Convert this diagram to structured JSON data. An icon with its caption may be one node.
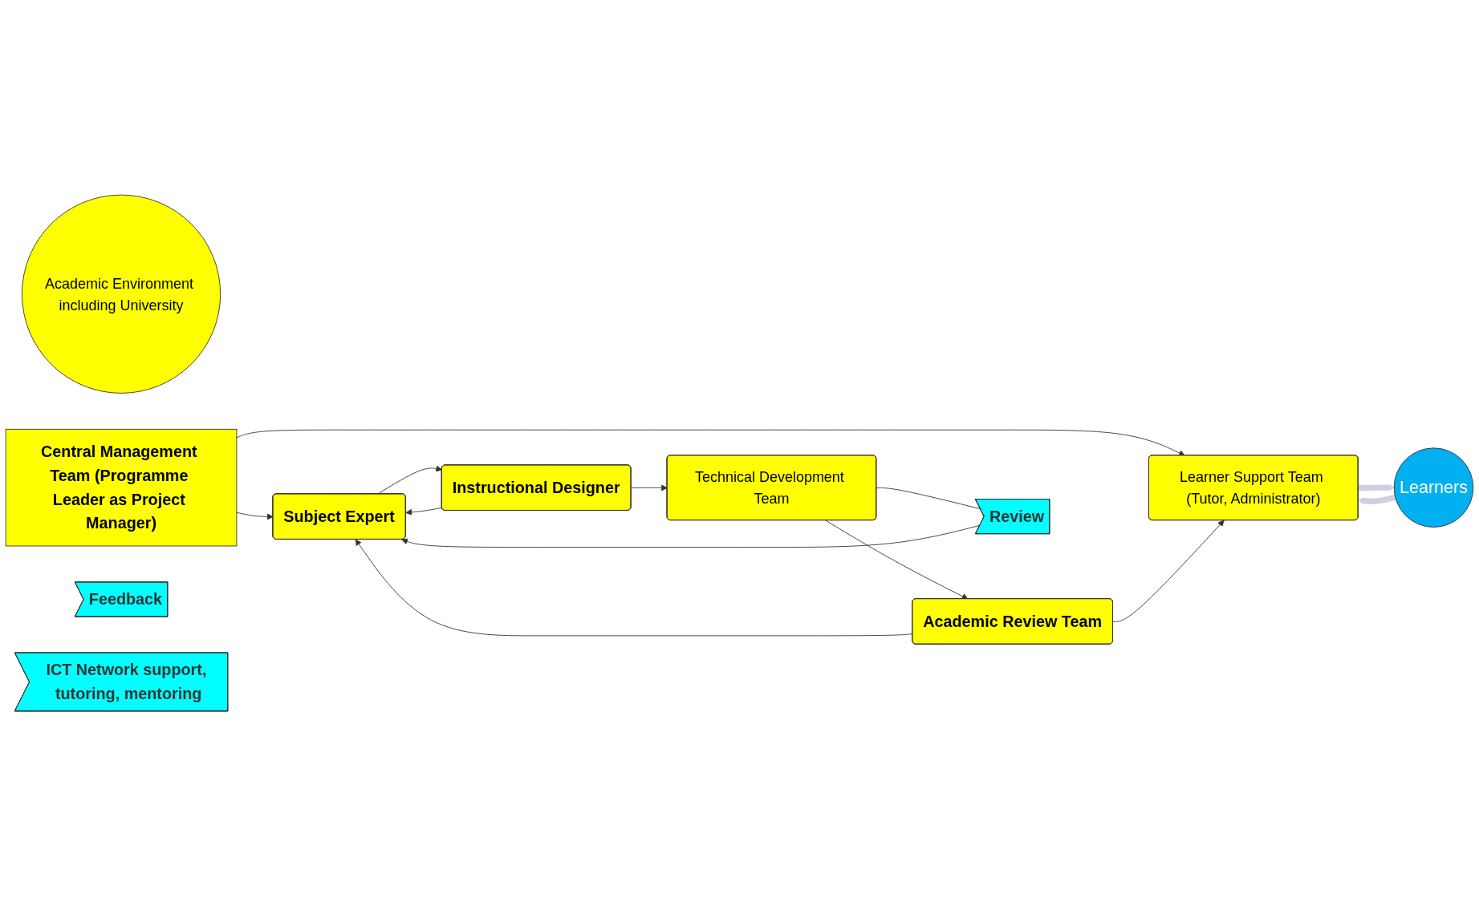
{
  "diagram": {
    "nodes": [
      {
        "text": [
          "Academic Environment including University"
        ]
      },
      {
        "text": [
          "Central Management Team (Programme Leader as Project Manager)"
        ]
      },
      {
        "text": [
          "Subject Expert"
        ]
      },
      {
        "text": [
          "Instructional Designer"
        ]
      },
      {
        "text": [
          "Technical Development Team"
        ]
      },
      {
        "text": [
          "Academic Review Team"
        ]
      },
      {
        "text": [
          "Learner Support Team (Tutor, Administrator)"
        ]
      },
      {
        "text": [
          "Review"
        ]
      },
      {
        "text": [
          "Feedback"
        ]
      },
      {
        "text": [
          "ICT Network support, tutoring, mentoring"
        ]
      },
      {
        "text": [
          "Learners"
        ]
      }
    ],
    "edges": [
      {
        "from": 1,
        "to": 2,
        "arrow": "to"
      },
      {
        "from": 1,
        "to": 6,
        "arrow": "to"
      },
      {
        "from": 2,
        "to": 3,
        "arrow": "to"
      },
      {
        "from": 3,
        "to": 4,
        "arrow": "to"
      },
      {
        "from": 4,
        "to": 5,
        "arrow": "to"
      },
      {
        "from": 5,
        "to": 6,
        "arrow": "to"
      },
      {
        "from": 3,
        "to": 2,
        "arrow": "to"
      },
      {
        "from": 4,
        "to": 7,
        "arrow": "none"
      },
      {
        "from": 7,
        "to": 2,
        "arrow": "to"
      },
      {
        "from": 5,
        "to": 2,
        "arrow": "to"
      },
      {
        "from": 10,
        "to": 6,
        "arrow": "to",
        "style": "thick",
        "color": "#d3cde3"
      },
      {
        "from": 6,
        "to": 10,
        "arrow": "to",
        "style": "thick",
        "color": "#d3cde3"
      }
    ]
  }
}
